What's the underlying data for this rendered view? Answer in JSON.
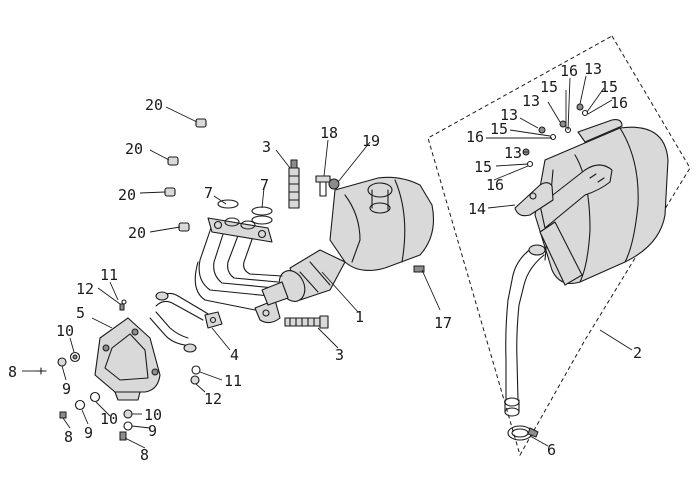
{
  "callouts": {
    "c1": "1",
    "c2": "2",
    "c3a": "3",
    "c3b": "3",
    "c4": "4",
    "c5": "5",
    "c6": "6",
    "c7a": "7",
    "c7b": "7",
    "c8a": "8",
    "c8b": "8",
    "c8c": "8",
    "c9a": "9",
    "c9b": "9",
    "c9c": "9",
    "c10a": "10",
    "c10b": "10",
    "c10c": "10",
    "c11a": "11",
    "c11b": "11",
    "c12a": "12",
    "c12b": "12",
    "c13a": "13",
    "c13b": "13",
    "c13c": "13",
    "c13d": "13",
    "c14": "14",
    "c15a": "15",
    "c15b": "15",
    "c15c": "15",
    "c15d": "15",
    "c16a": "16",
    "c16b": "16",
    "c16c": "16",
    "c16d": "16",
    "c17": "17",
    "c18": "18",
    "c19": "19",
    "c20a": "20",
    "c20b": "20",
    "c20c": "20",
    "c20d": "20"
  }
}
